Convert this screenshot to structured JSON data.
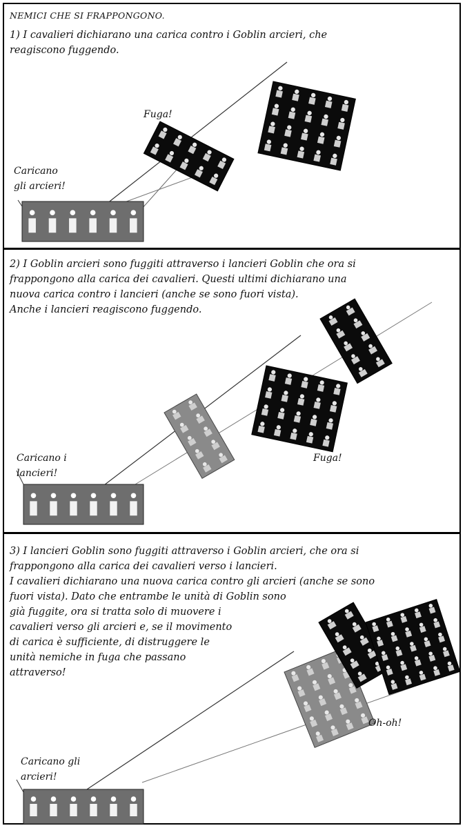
{
  "heading": "NEMICI CHE SI FRAPPONGONO.",
  "panels": [
    {
      "id": 1,
      "text_lines": [
        "1) I cavalieri dichiarano una carica contro i Goblin arcieri, che",
        "reagiscono fuggendo."
      ],
      "labels": {
        "flee": "Fuga!",
        "charge_line1": "Caricano",
        "charge_line2": "gli arcieri!"
      }
    },
    {
      "id": 2,
      "text_lines": [
        "2) I Goblin arcieri sono fuggiti attraverso i lancieri Goblin che ora si",
        "frappongono alla carica dei cavalieri. Questi ultimi dichiarano una",
        "nuova carica contro i lancieri (anche se sono fuori vista).",
        "Anche i lancieri reagiscono fuggendo."
      ],
      "labels": {
        "flee": "Fuga!",
        "charge_line1": "Caricano i",
        "charge_line2": "lancieri!"
      }
    },
    {
      "id": 3,
      "text_lines": [
        "3) I lancieri Goblin sono fuggiti attraverso i Goblin arcieri, che ora si",
        "frappongono alla carica dei cavalieri verso i lancieri.",
        "I cavalieri dichiarano una nuova carica contro gli arcieri (anche se sono",
        "fuori vista). Dato che entrambe le unità di Goblin sono",
        "già fuggite, ora si tratta solo di muovere i",
        "cavalieri verso gli arcieri e, se il movimento",
        "di carica è sufficiente, di distruggere le",
        "unità nemiche in fuga che passano",
        "attraverso!"
      ],
      "labels": {
        "ohoh": "Oh-oh!",
        "charge_line1": "Caricano gli",
        "charge_line2": "arcieri!"
      }
    }
  ]
}
